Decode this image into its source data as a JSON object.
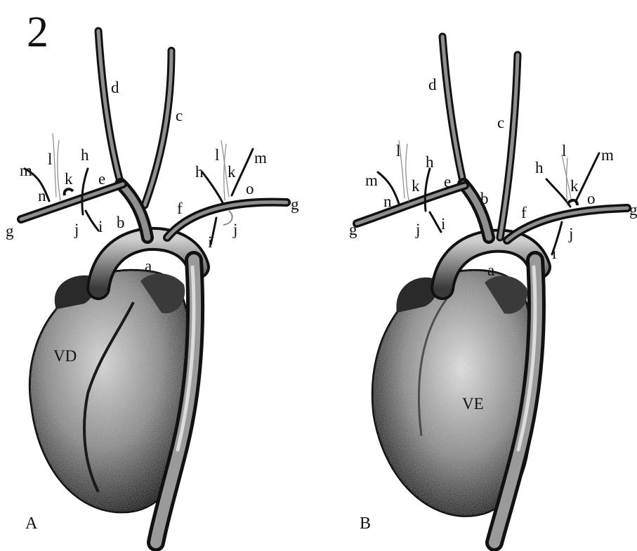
{
  "figure_number": "2",
  "panels": [
    {
      "panel_label": "A",
      "ventricle_label": "VD",
      "labels": [
        "a",
        "b",
        "c",
        "d",
        "e",
        "f",
        "g",
        "g",
        "h",
        "h",
        "i",
        "i",
        "j",
        "j",
        "k",
        "k",
        "l",
        "l",
        "m",
        "m",
        "n",
        "o"
      ]
    },
    {
      "panel_label": "B",
      "ventricle_label": "VE",
      "labels": [
        "a",
        "b",
        "c",
        "d",
        "e",
        "f",
        "g",
        "g",
        "h",
        "h",
        "i",
        "i",
        "j",
        "j",
        "k",
        "k",
        "l",
        "l",
        "m",
        "m",
        "n",
        "o"
      ]
    }
  ]
}
